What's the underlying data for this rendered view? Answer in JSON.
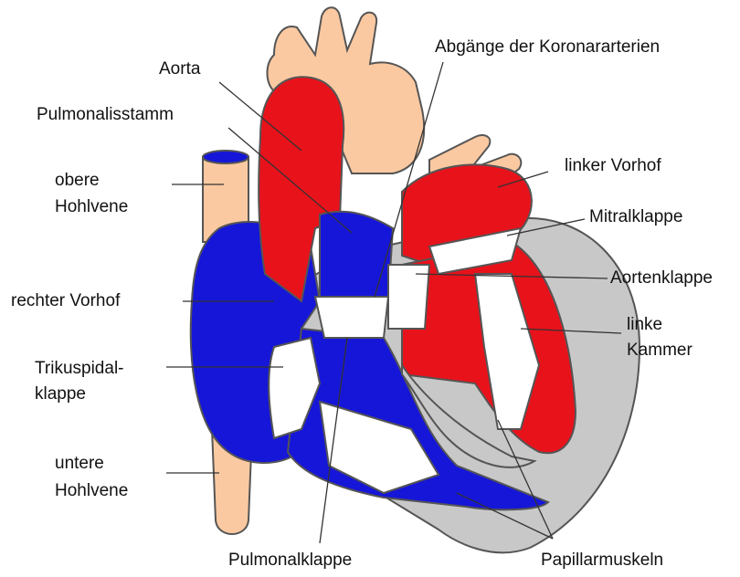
{
  "labels": {
    "aorta": "Aorta",
    "koronar": "Abgänge der Koronararterien",
    "pulmonalisstamm": "Pulmonalisstamm",
    "obere_hohlvene_1": "obere",
    "obere_hohlvene_2": "Hohlvene",
    "linker_vorhof": "linker Vorhof",
    "mitralklappe": "Mitralklappe",
    "rechter_vorhof": "rechter Vorhof",
    "aortenklappe": "Aortenklappe",
    "linke_kammer_1": "linke",
    "linke_kammer_2": "Kammer",
    "trikuspidal_1": "Trikuspidal-",
    "trikuspidal_2": "klappe",
    "untere_hohlvene_1": "untere",
    "untere_hohlvene_2": "Hohlvene",
    "pulmonalklappe": "Pulmonalklappe",
    "papillarmuskeln": "Papillarmuskeln"
  },
  "colors": {
    "oxygenated": "#e8121b",
    "deoxygenated": "#1616d8",
    "vessel": "#fbc9a1",
    "muscle": "#c8c8c8",
    "valve": "#ffffff",
    "leader_line": "#333333"
  }
}
